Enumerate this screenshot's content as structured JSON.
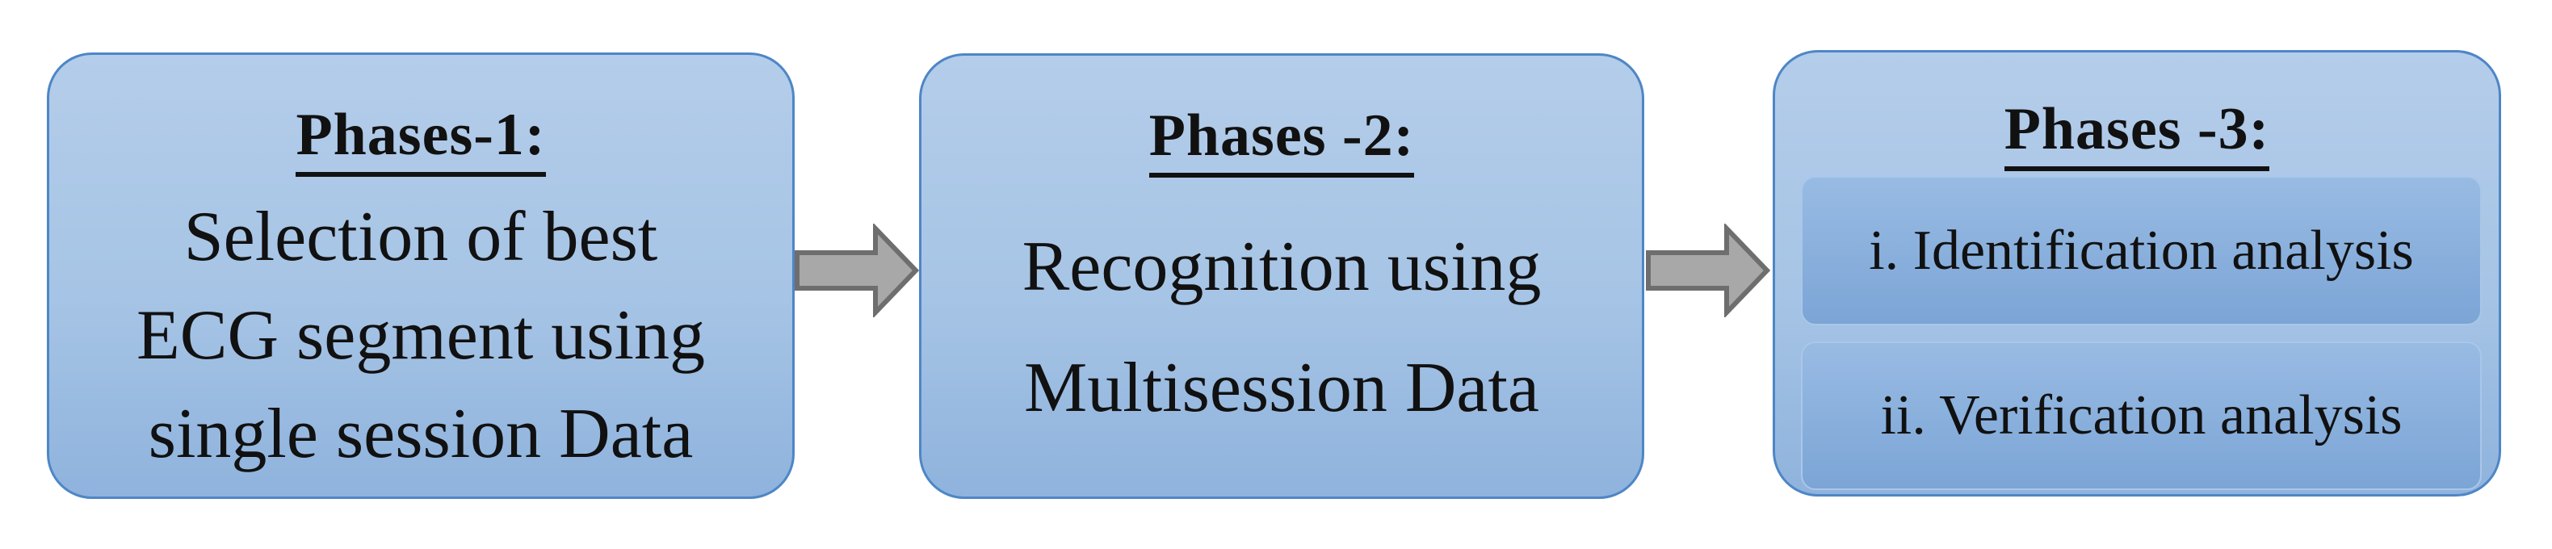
{
  "phases": [
    {
      "title": "Phases-1:",
      "lines": [
        "Selection of best",
        "ECG segment using",
        "single session Data"
      ]
    },
    {
      "title": "Phases -2:",
      "lines": [
        "Recognition using",
        "Multisession Data"
      ]
    },
    {
      "title": "Phases -3:",
      "items": [
        "i. Identification analysis",
        "ii. Verification analysis"
      ]
    }
  ],
  "icons": {
    "arrow": "right-block-arrow"
  },
  "colors": {
    "box-fill-top": "#b4cdea",
    "box-fill-bottom": "#8fb3dd",
    "box-border": "#4e86c6",
    "inner-fill-top": "#98bbe3",
    "inner-fill-bottom": "#7ca5d6",
    "inner-border": "#a9c7e9",
    "arrow-fill": "#a8a8a8",
    "arrow-border": "#6e6e6e",
    "text-color": "#111111",
    "page-bg": "#ffffff"
  }
}
